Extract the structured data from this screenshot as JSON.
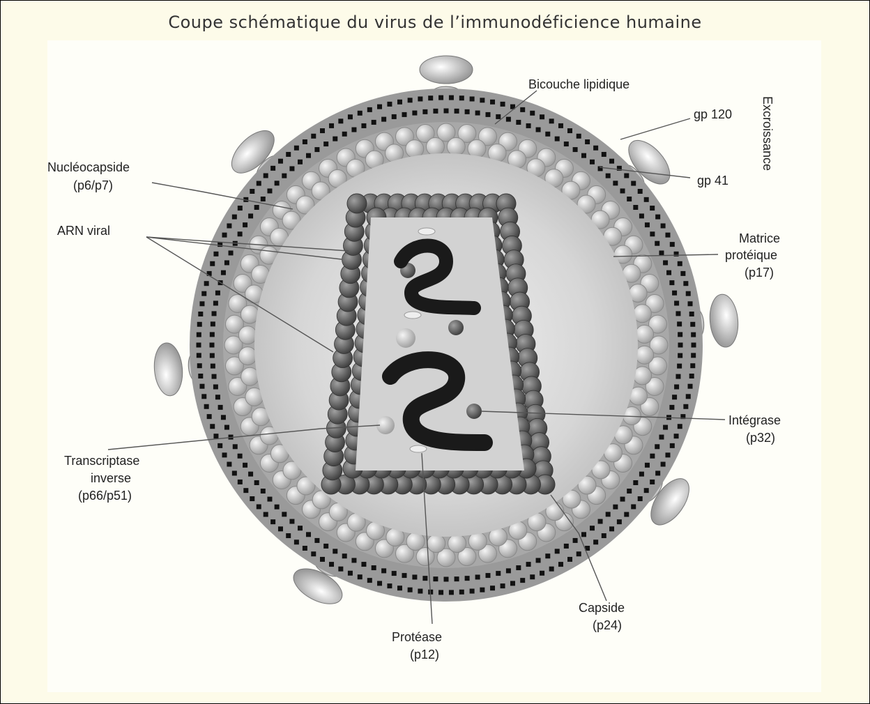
{
  "title": "Coupe schématique du virus de l’immunodéficience humaine",
  "labels": {
    "bicouche": "Bicouche lipidique",
    "gp120": "gp 120",
    "gp41": "gp 41",
    "excroissance": "Excroissance",
    "nucleocapside_1": "Nucléocapside",
    "nucleocapside_2": "(p6/p7)",
    "arn": "ARN viral",
    "matrice_1": "Matrice",
    "matrice_2": "protéique",
    "matrice_3": "(p17)",
    "integrase_1": "Intégrase",
    "integrase_2": "(p32)",
    "transcriptase_1": "Transcriptase",
    "transcriptase_2": "inverse",
    "transcriptase_3": "(p66/p51)",
    "capside_1": "Capside",
    "capside_2": "(p24)",
    "protease_1": "Protéase",
    "protease_2": "(p12)"
  },
  "colors": {
    "background": "#fdfbe9",
    "membrane": "#9a9a9a",
    "membrane_dots": "#111111",
    "matrix_spheres": "#c9c9c9",
    "capsid_spheres": "#6a6a6a",
    "rna": "#1a1a1a"
  }
}
